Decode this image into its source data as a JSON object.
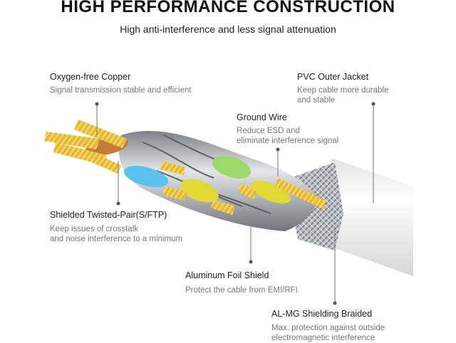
{
  "header": {
    "title": "HIGH PERFORMANCE CONSTRUCTION",
    "subtitle": "High anti-interference and less signal attenuation"
  },
  "callouts": {
    "copper": {
      "label": "Oxygen-free Copper",
      "desc": [
        "Signal transmission stable and efficient"
      ]
    },
    "jacket": {
      "label": "PVC Outer Jacket",
      "desc": [
        "Keep cable more durable",
        "and stable"
      ]
    },
    "ground": {
      "label": "Ground Wire",
      "desc": [
        "Reduce ESD and",
        "eliminate interference signal"
      ]
    },
    "twisted": {
      "label": "Shielded Twisted-Pair(S/FTP)",
      "desc": [
        "Keep issues of crosstalk",
        "and noise interference to a minimum"
      ]
    },
    "foil": {
      "label": "Aluminum Foil Shield",
      "desc": [
        "Protect the cable from EMI/RFI"
      ]
    },
    "braid": {
      "label": "AL-MG Shielding Braided",
      "desc": [
        "Max. protection against outside",
        "electromagnetic interference"
      ]
    }
  },
  "colors": {
    "copper_wire": "#e8b830",
    "pair_orange": "#c87a3a",
    "pair_blue": "#59c3ee",
    "pair_green": "#9bd86a",
    "pair_yellow": "#e4d835",
    "foil_silver": "#a8acb2",
    "jacket_white": "#f4f4f4",
    "leader_line": "#888888"
  }
}
